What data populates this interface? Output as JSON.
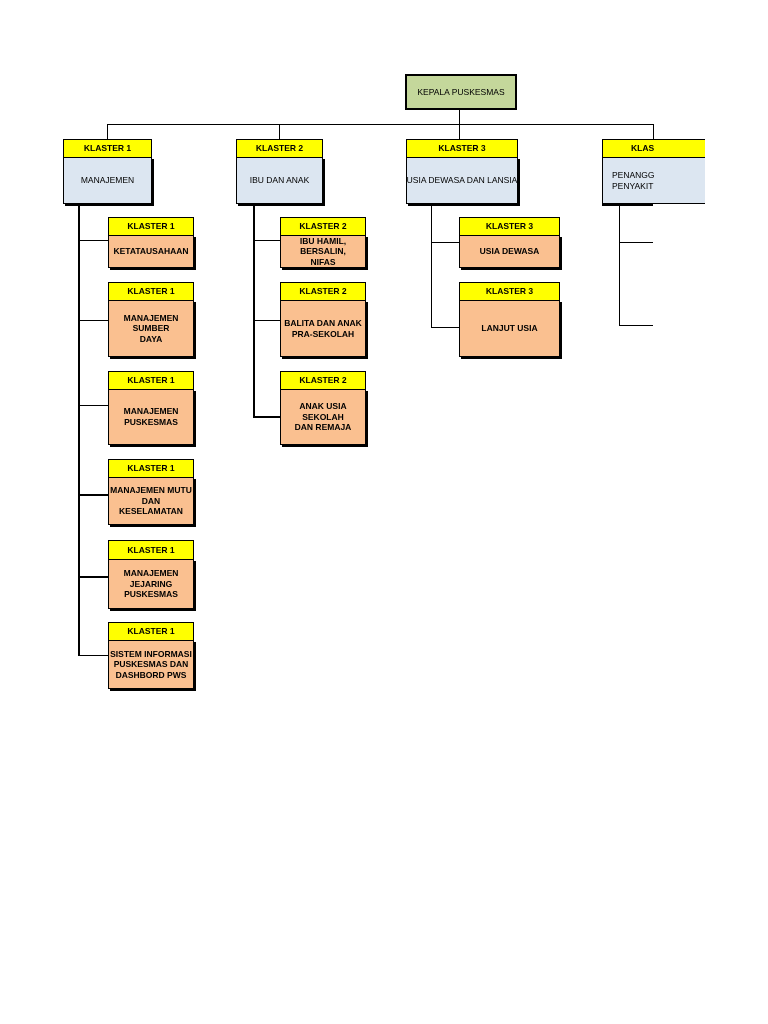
{
  "colors": {
    "header_box": "#c4d79b",
    "klaster_label": "#ffff00",
    "klaster_main": "#dce6f1",
    "klaster_sub": "#fac090"
  },
  "head": {
    "title": "KEPALA PUSKESMAS"
  },
  "klaster1": {
    "label": "KLASTER 1",
    "name": "MANAJEMEN",
    "subs": [
      {
        "label": "KLASTER 1",
        "name": "KETATAUSAHAAN"
      },
      {
        "label": "KLASTER 1",
        "name": "MANAJEMEN SUMBER DAYA"
      },
      {
        "label": "KLASTER 1",
        "name": "MANAJEMEN PUSKESMAS"
      },
      {
        "label": "KLASTER 1",
        "name": "MANAJEMEN MUTU DAN KESELAMATAN"
      },
      {
        "label": "KLASTER 1",
        "name": "MANAJEMEN JEJARING PUSKESMAS"
      },
      {
        "label": "KLASTER 1",
        "name": "SISTEM INFORMASI PUSKESMAS DAN DASHBORD PWS"
      }
    ]
  },
  "klaster2": {
    "label": "KLASTER 2",
    "name": "IBU DAN ANAK",
    "subs": [
      {
        "label": "KLASTER 2",
        "name": "IBU HAMIL, BERSALIN, NIFAS"
      },
      {
        "label": "KLASTER 2",
        "name": "BALITA DAN ANAK PRA-SEKOLAH"
      },
      {
        "label": "KLASTER 2",
        "name": "ANAK USIA SEKOLAH DAN REMAJA"
      }
    ]
  },
  "klaster3": {
    "label": "KLASTER 3",
    "name": "USIA DEWASA DAN LANSIA",
    "subs": [
      {
        "label": "KLASTER 3",
        "name": "USIA DEWASA"
      },
      {
        "label": "KLASTER 3",
        "name": "LANJUT USIA"
      }
    ]
  },
  "klaster4": {
    "label": "KLAS",
    "name": "PENANGG PENYAKIT"
  }
}
